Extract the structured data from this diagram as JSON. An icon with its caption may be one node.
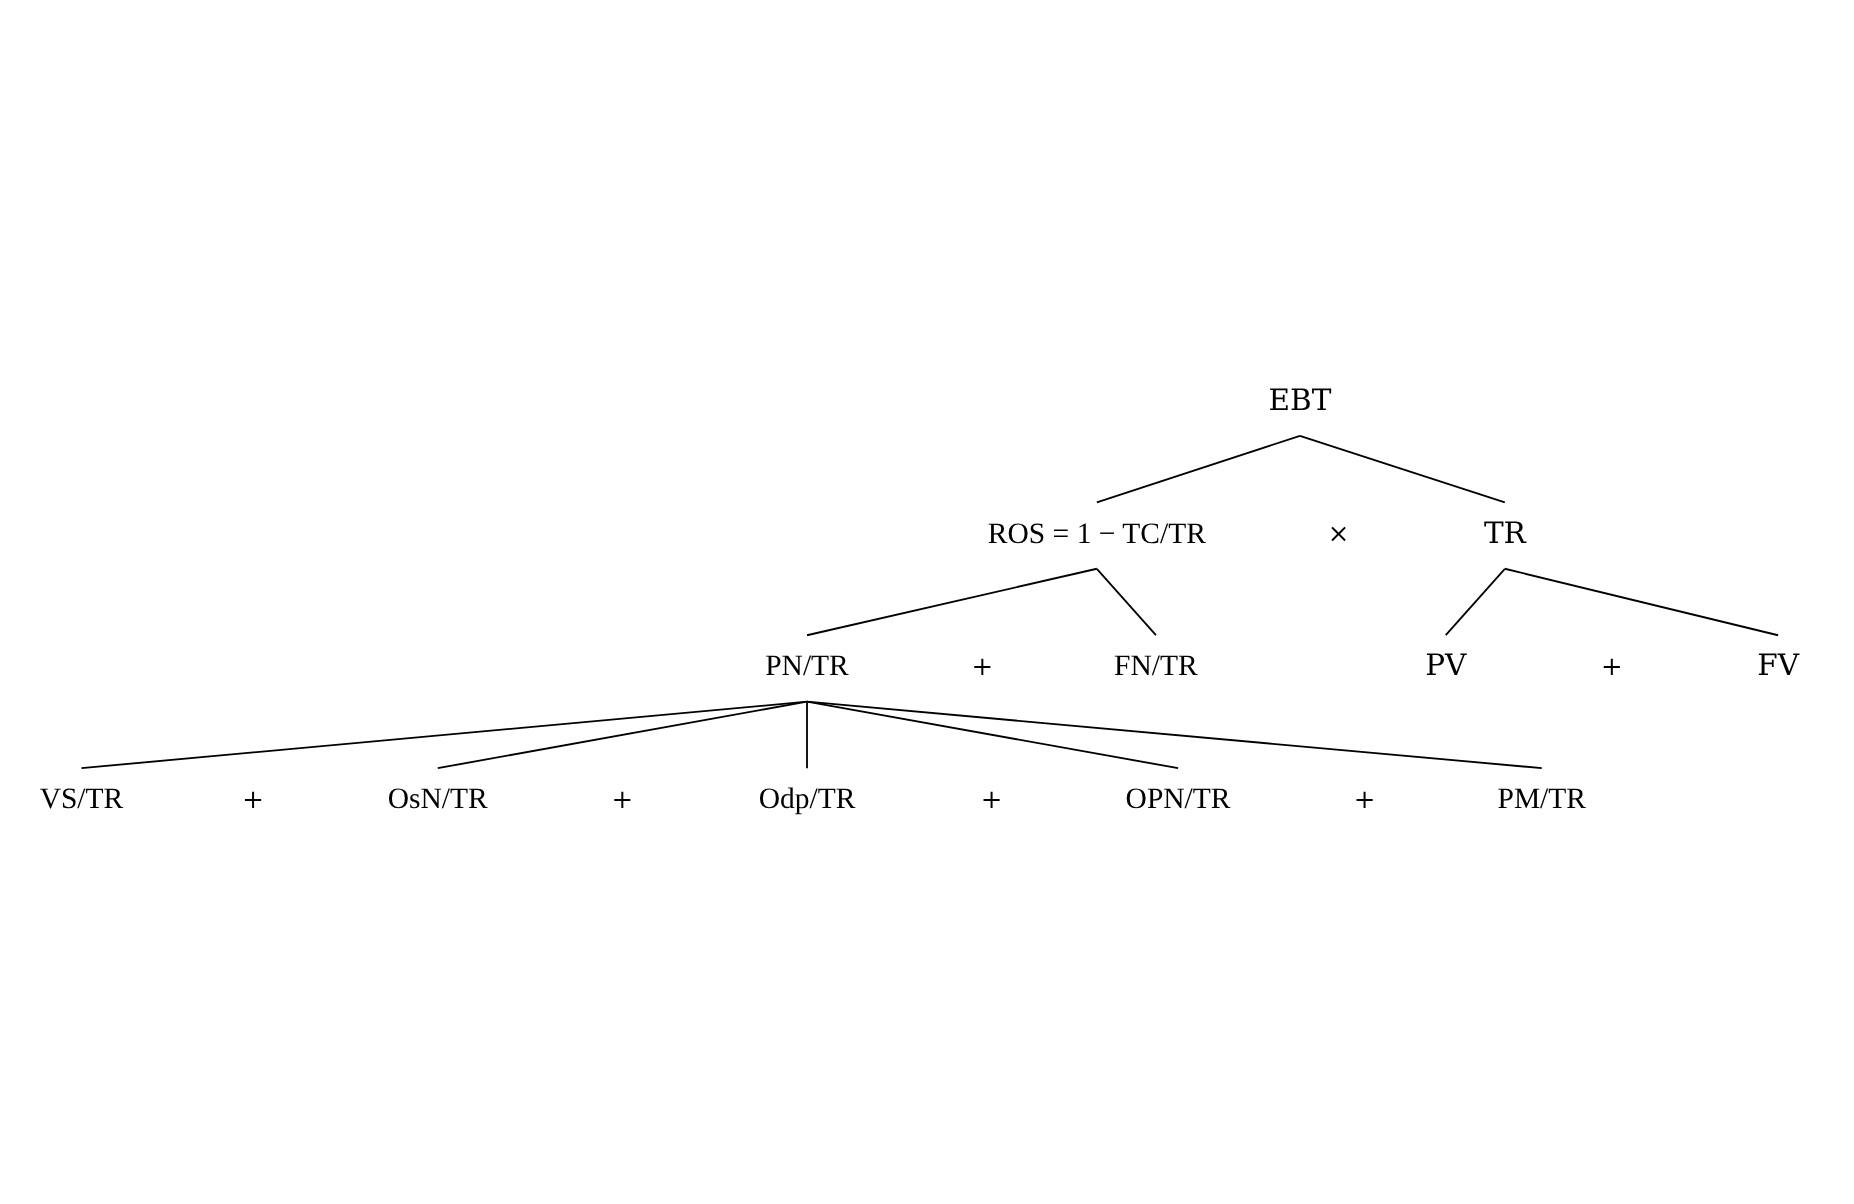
{
  "diagram": {
    "nodes": [
      {
        "text": [
          "EBT"
        ]
      },
      {
        "text": [
          "ROS = 1 − TC/TR"
        ]
      },
      {
        "text": [
          "TR"
        ]
      },
      {
        "text": [
          "PN/TR"
        ]
      },
      {
        "text": [
          "FN/TR"
        ]
      },
      {
        "text": [
          "PV"
        ]
      },
      {
        "text": [
          "FV"
        ]
      },
      {
        "text": [
          "VS/TR"
        ]
      },
      {
        "text": [
          "OsN/TR"
        ]
      },
      {
        "text": [
          "Odp/TR"
        ]
      },
      {
        "text": [
          "OPN/TR"
        ]
      },
      {
        "text": [
          "PM/TR"
        ]
      }
    ],
    "edges": [
      {
        "from": 0,
        "to": 1,
        "arrow": "none"
      },
      {
        "from": 0,
        "to": 2,
        "arrow": "none"
      },
      {
        "from": 1,
        "to": 3,
        "arrow": "none"
      },
      {
        "from": 1,
        "to": 4,
        "arrow": "none"
      },
      {
        "from": 2,
        "to": 5,
        "arrow": "none"
      },
      {
        "from": 2,
        "to": 6,
        "arrow": "none"
      },
      {
        "from": 3,
        "to": 7,
        "arrow": "none"
      },
      {
        "from": 3,
        "to": 8,
        "arrow": "none"
      },
      {
        "from": 3,
        "to": 9,
        "arrow": "none"
      },
      {
        "from": 3,
        "to": 10,
        "arrow": "none"
      },
      {
        "from": 3,
        "to": 11,
        "arrow": "none"
      }
    ],
    "labels": [
      "×",
      "+",
      "+",
      "+",
      "+",
      "+",
      "+"
    ]
  }
}
